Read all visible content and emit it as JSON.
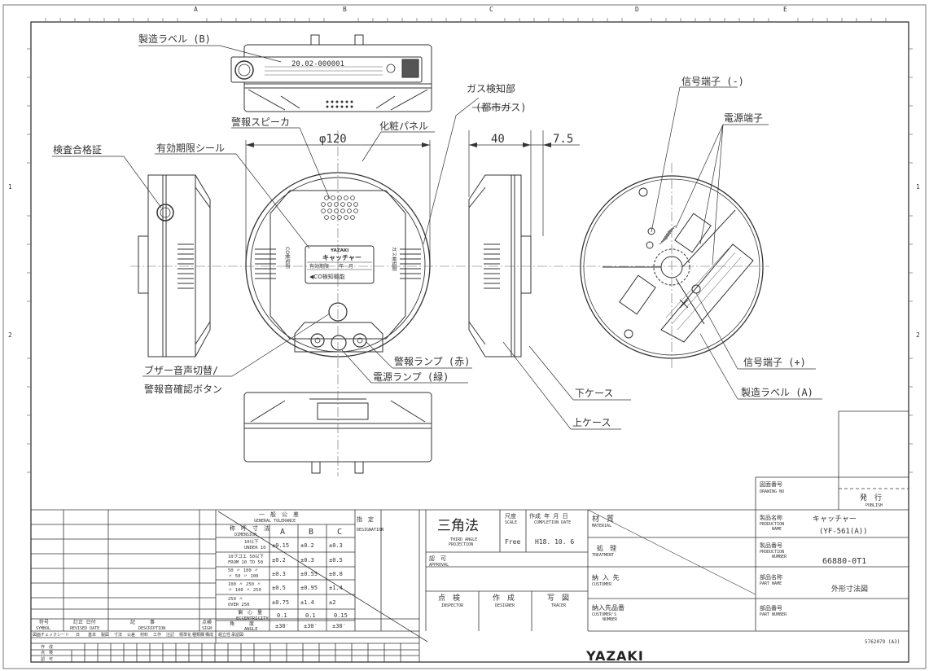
{
  "border": {
    "columns": [
      "A",
      "B",
      "C",
      "D",
      "E"
    ],
    "rows": [
      "1",
      "2"
    ]
  },
  "callouts": {
    "label_b": "製造ラベル (B)",
    "gas_sensor_1": "ガス検知部",
    "gas_sensor_2": "(都市ガス)",
    "signal_minus": "信号端子 (-)",
    "power_terminal": "電源端子",
    "alarm_speaker": "警報スピーカ",
    "cosmetic_panel": "化粧パネル",
    "inspection_cert": "検査合格証",
    "expiry_seal": "有効期限シール",
    "buzzer_1": "ブザー音声切替/",
    "buzzer_2": "警報音確認ボタン",
    "alarm_lamp": "警報ランプ (赤)",
    "power_lamp": "電源ランプ (緑)",
    "lower_case": "下ケース",
    "upper_case": "上ケース",
    "signal_plus": "信号端子 (+)",
    "label_a": "製造ラベル (A)"
  },
  "dimensions": {
    "diameter": "φ120",
    "depth": "40",
    "offset": "7.5"
  },
  "device_text": {
    "brand": "YAZAKI",
    "product": "キャッチャー",
    "expiry": "有効期限　　年　月",
    "co_detect": "◀CO検知機能",
    "co_mark": "CO検知部",
    "gas_mark": "ガス検知部",
    "label_b_serial": "20.02-000001"
  },
  "tolerance": {
    "title": "一　般　公　差",
    "title_en": "GENERAL TOLERANCE",
    "nominal": "称　呼　寸　法",
    "nominal_en": "DIMENSION",
    "cols": [
      "A",
      "B",
      "C"
    ],
    "rows": [
      {
        "label": "10以下",
        "sub": "UNDER 10",
        "a": "±0.15",
        "b": "±0.2",
        "c": "±0.3"
      },
      {
        "label": "10ヲコエ 50以下",
        "sub": "FROM 10 TO 50",
        "a": "±0.2",
        "b": "±0.3",
        "c": "±0.5"
      },
      {
        "label": "50 〃 100 〃",
        "sub": "〃 50 〃 100",
        "a": "±0.3",
        "b": "±0.55",
        "c": "±0.8"
      },
      {
        "label": "100 〃 250 〃",
        "sub": "〃 100 〃 250",
        "a": "±0.5",
        "b": "±0.95",
        "c": "±1.4"
      },
      {
        "label": "250 〃",
        "sub": "OVER 250",
        "a": "±0.75",
        "b": "±1.4",
        "c": "±2"
      },
      {
        "label": "偏　心　量",
        "sub": "ECCENTRICITY",
        "a": "0.1",
        "b": "0.1",
        "c": "0.15"
      },
      {
        "label": "角　　　度",
        "sub": "ANGLE",
        "a": "±30′",
        "b": "±30′",
        "c": "±30′"
      }
    ],
    "designation": "指　定",
    "designation_en": "DESIGNATION"
  },
  "revision": {
    "symbol": "符号",
    "symbol_en": "SYMBOL",
    "date": "訂正 日付",
    "date_en": "REVISED DATE",
    "desc": "記　　　事",
    "desc_en": "DESCRIPTION",
    "sign": "点検",
    "sign_en": "SIGN",
    "check_row": [
      "図面チェックシート",
      "日",
      "基本",
      "製図",
      "寸法",
      "公差",
      "材料",
      "工作",
      "注記",
      "標準化",
      "種類欄",
      "構成",
      "組立性",
      "承認図"
    ],
    "side_rows": [
      "作　成",
      "点　検",
      "認　可"
    ]
  },
  "title_block": {
    "projection": "三角法",
    "projection_en_1": "THIRD ANGLE",
    "projection_en_2": "PROJECTION",
    "scale_label": "尺度",
    "scale_en": "SCALE",
    "scale": "Free",
    "completion_label": "作成 年 月 日",
    "completion_en": "COMPLETION DATE",
    "completion": "H18. 10. 6",
    "approval": "認　可",
    "approval_en": "APPROVAL",
    "inspector": "点　検",
    "inspector_en": "INSPECTOR",
    "designer": "作　成",
    "designer_en": "DESIGNER",
    "tracer": "写　図",
    "tracer_en": "TRACER",
    "material": "材　質",
    "material_en": "MATERIAL",
    "treatment": "処　理",
    "treatment_en": "TREATMENT",
    "customer": "納 入 先",
    "customer_en": "CUSTOMER",
    "customer_no": "納入先品番",
    "customer_no_en_1": "CUSTOMER'S",
    "customer_no_en_2": "NUMBER",
    "product_name_label": "製品名称",
    "product_name_en_1": "PRODUCTION",
    "product_name_en_2": "NAME",
    "product_name": "キャッチャー",
    "product_model": "(YF-561(A))",
    "product_no_label": "製品番号",
    "product_no_en_1": "PRODUCTION",
    "product_no_en_2": "NUMBER",
    "product_no": "66880-0T1",
    "part_name_label": "部品名称",
    "part_name_en": "PART NAME",
    "part_name": "外形寸法図",
    "part_no_label": "部品番号",
    "part_no_en": "PART NUMBER",
    "drawing_no_label": "図面番号",
    "drawing_no_en": "DRAWING NO",
    "publish": "発　行",
    "publish_en": "PUBLISH",
    "doc_code": "5762079 (A3)",
    "company": "YAZAKI"
  }
}
